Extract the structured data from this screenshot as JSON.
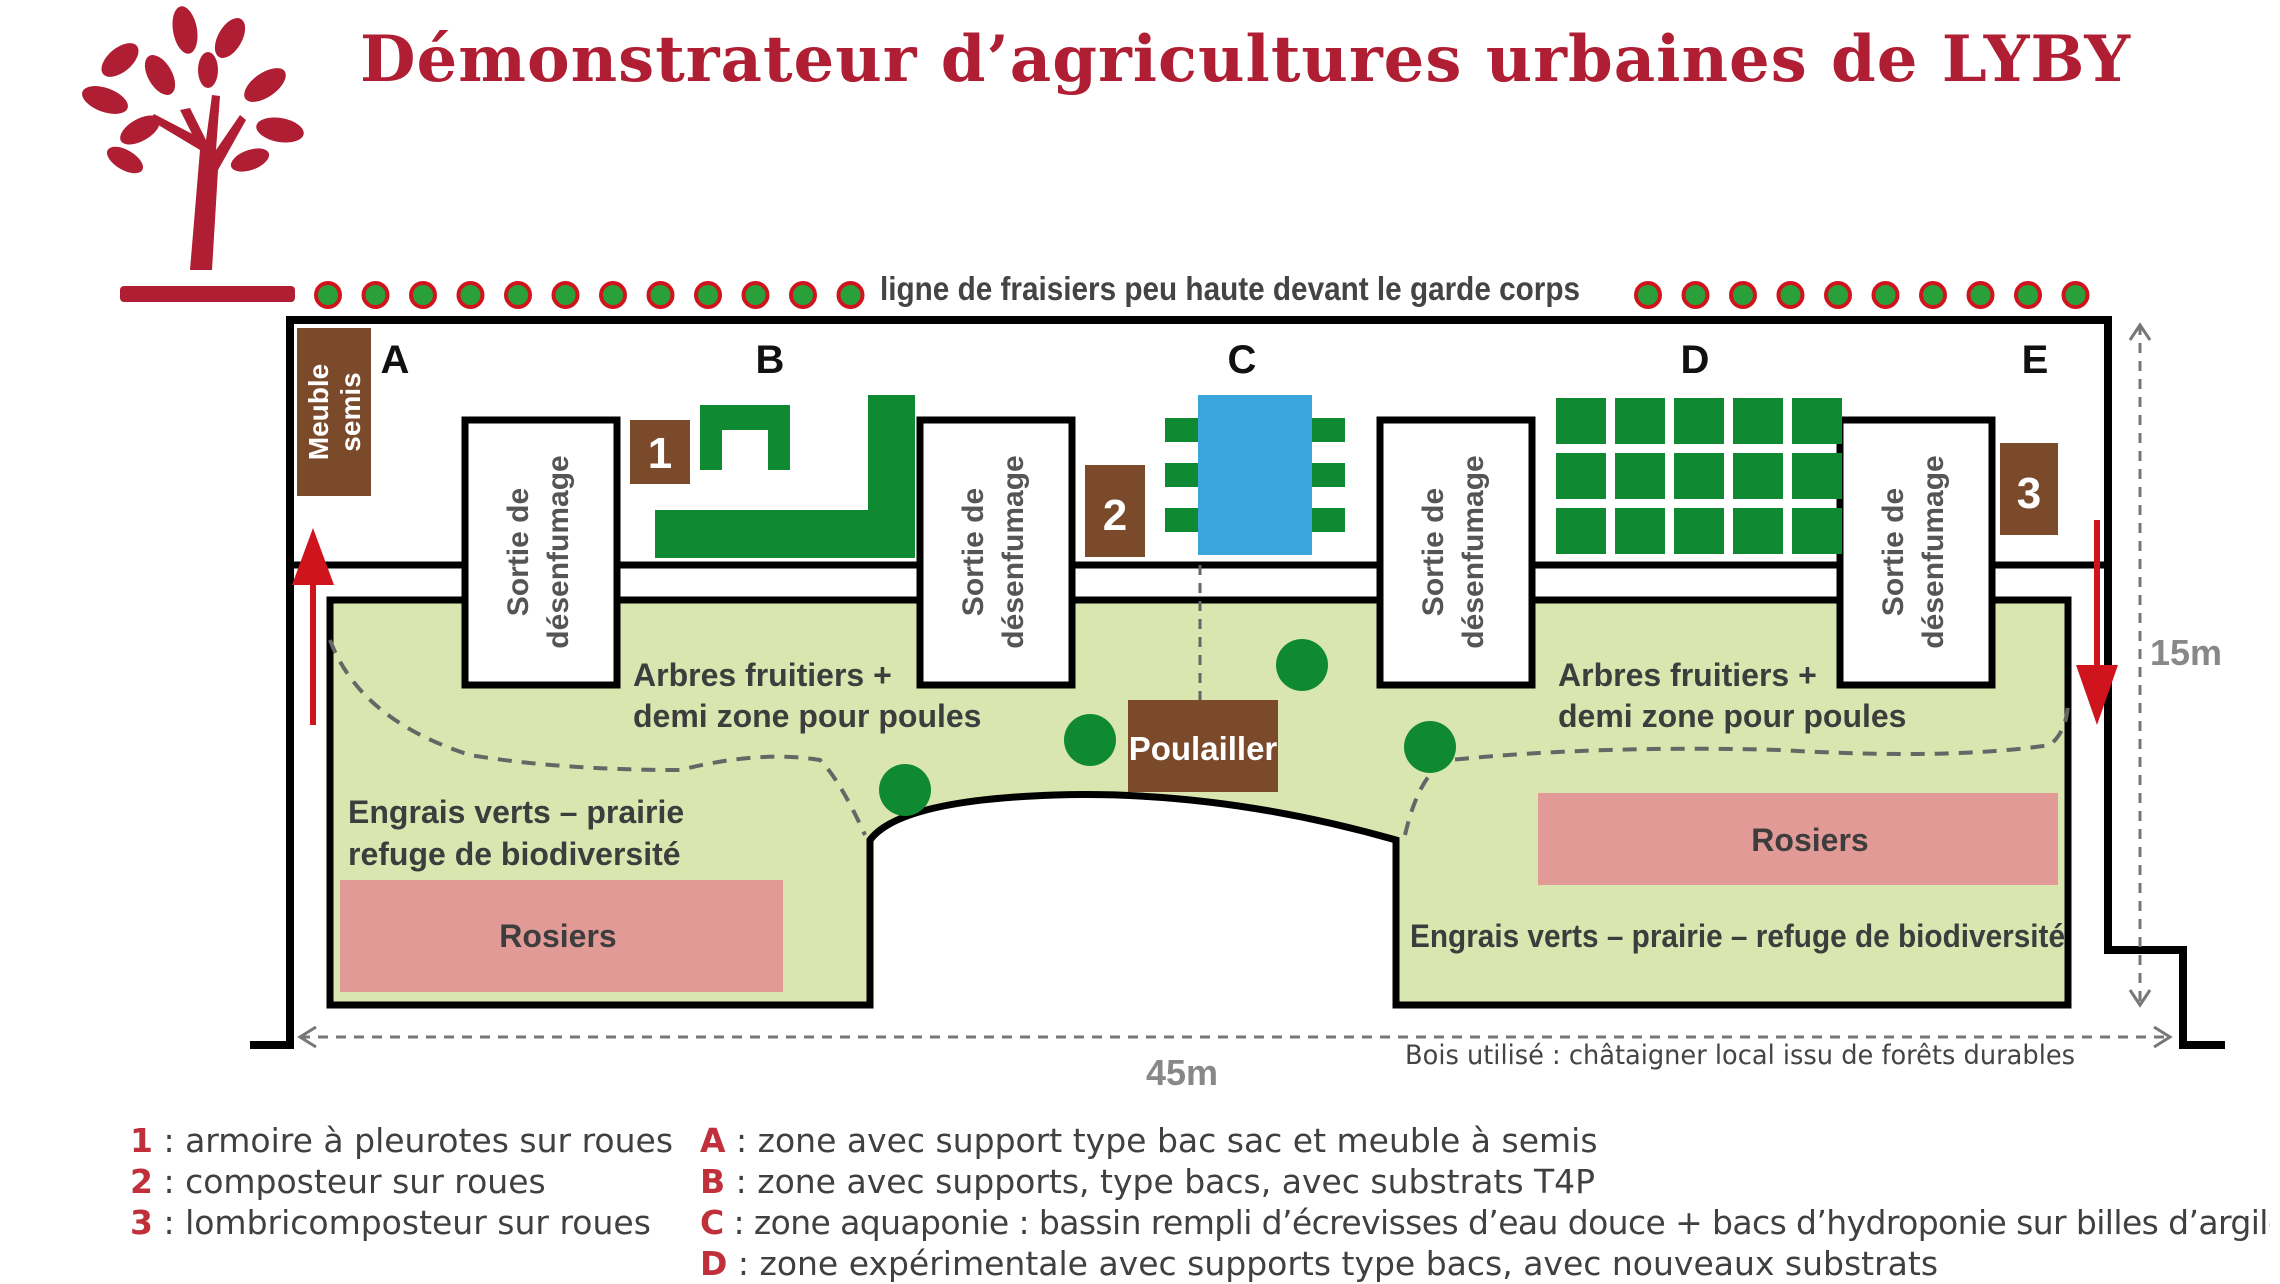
{
  "title": "Démonstrateur d’agricultures urbaines de LYBY",
  "colors": {
    "brand": "#b01e33",
    "green_zone": "#d9e6b0",
    "planter": "#0f8a33",
    "water": "#3aa6dc",
    "wood": "#7a4a2a",
    "rosiers": "#e29a97",
    "arrow": "#d0141e",
    "strawberry": "#2aa03a"
  },
  "icons": {
    "logo": "tree-icon"
  },
  "strawberry_line": "ligne de fraisiers peu haute devant le garde corps",
  "zones": {
    "a": "A",
    "b": "B",
    "c": "C",
    "d": "D",
    "e": "E"
  },
  "meuble": [
    "Meuble",
    "semis"
  ],
  "sortie": [
    "Sortie de",
    "désenfumage"
  ],
  "bins": {
    "one": "1",
    "two": "2",
    "three": "3"
  },
  "poulailler": "Poulailler",
  "arbres": [
    "Arbres fruitiers +",
    "demi zone pour poules"
  ],
  "engrais_left": [
    "Engrais verts – prairie",
    "refuge de biodiversité"
  ],
  "engrais_right": "Engrais verts – prairie – refuge de biodiversité",
  "rosiers": "Rosiers",
  "dim_height": "15m",
  "dim_width": "45m",
  "wood_note": "Bois utilisé : châtaigner local issu de forêts durables",
  "legend_left": [
    {
      "key": "1",
      "text": " : armoire à pleurotes sur roues"
    },
    {
      "key": "2",
      "text": " : composteur sur roues"
    },
    {
      "key": "3",
      "text": " : lombricomposteur sur roues"
    }
  ],
  "legend_right": [
    {
      "key": "A",
      "text": " : zone avec support type bac sac et meuble à semis"
    },
    {
      "key": "B",
      "text": " : zone avec supports, type bacs, avec substrats T4P"
    },
    {
      "key": "C",
      "text": " : zone aquaponie : bassin rempli d’écrevisses d’eau douce + bacs d’hydroponie sur billes d’argile"
    },
    {
      "key": "D",
      "text": " : zone expérimentale avec supports type bacs, avec nouveaux substrats"
    }
  ]
}
